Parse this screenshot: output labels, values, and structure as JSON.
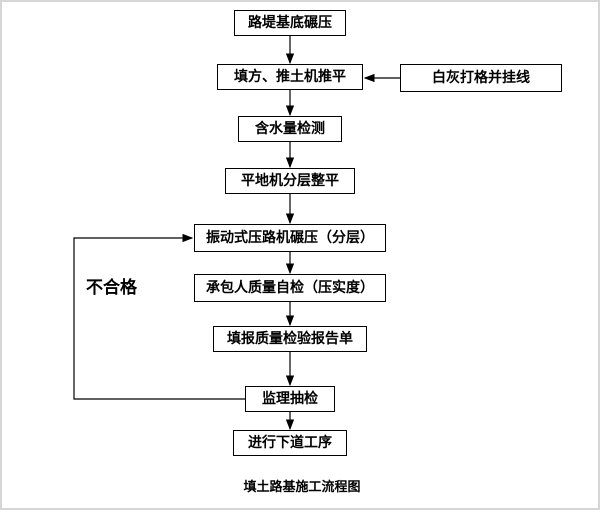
{
  "flowchart": {
    "caption": "填土路基施工流程图",
    "fail_label": "不合格",
    "nodes": [
      {
        "id": "embankment-base-rolling",
        "label": "路堤基底碾压"
      },
      {
        "id": "fill-bulldozer-leveling",
        "label": "填方、推土机推平"
      },
      {
        "id": "lime-grid-and-line",
        "label": "白灰打格并挂线"
      },
      {
        "id": "moisture-content-test",
        "label": "含水量检测"
      },
      {
        "id": "grader-layered-leveling",
        "label": "平地机分层整平"
      },
      {
        "id": "vibratory-roller-rolling",
        "label": "振动式压路机碾压（分层）"
      },
      {
        "id": "contractor-self-inspection",
        "label": "承包人质量自检（压实度）"
      },
      {
        "id": "quality-inspection-report",
        "label": "填报质量检验报告单"
      },
      {
        "id": "supervisor-spot-check",
        "label": "监理抽检"
      },
      {
        "id": "next-process",
        "label": "进行下道工序"
      }
    ],
    "edges": [
      {
        "from": "embankment-base-rolling",
        "to": "fill-bulldozer-leveling"
      },
      {
        "from": "lime-grid-and-line",
        "to": "fill-bulldozer-leveling"
      },
      {
        "from": "fill-bulldozer-leveling",
        "to": "moisture-content-test"
      },
      {
        "from": "moisture-content-test",
        "to": "grader-layered-leveling"
      },
      {
        "from": "grader-layered-leveling",
        "to": "vibratory-roller-rolling"
      },
      {
        "from": "vibratory-roller-rolling",
        "to": "contractor-self-inspection"
      },
      {
        "from": "contractor-self-inspection",
        "to": "quality-inspection-report"
      },
      {
        "from": "quality-inspection-report",
        "to": "supervisor-spot-check"
      },
      {
        "from": "supervisor-spot-check",
        "to": "next-process"
      },
      {
        "from": "supervisor-spot-check",
        "to": "vibratory-roller-rolling",
        "label": "不合格"
      }
    ],
    "colors": {
      "line": "#000000",
      "box_border": "#000000",
      "box_fill": "#ffffff",
      "page_border": "#d6d6d6"
    }
  }
}
